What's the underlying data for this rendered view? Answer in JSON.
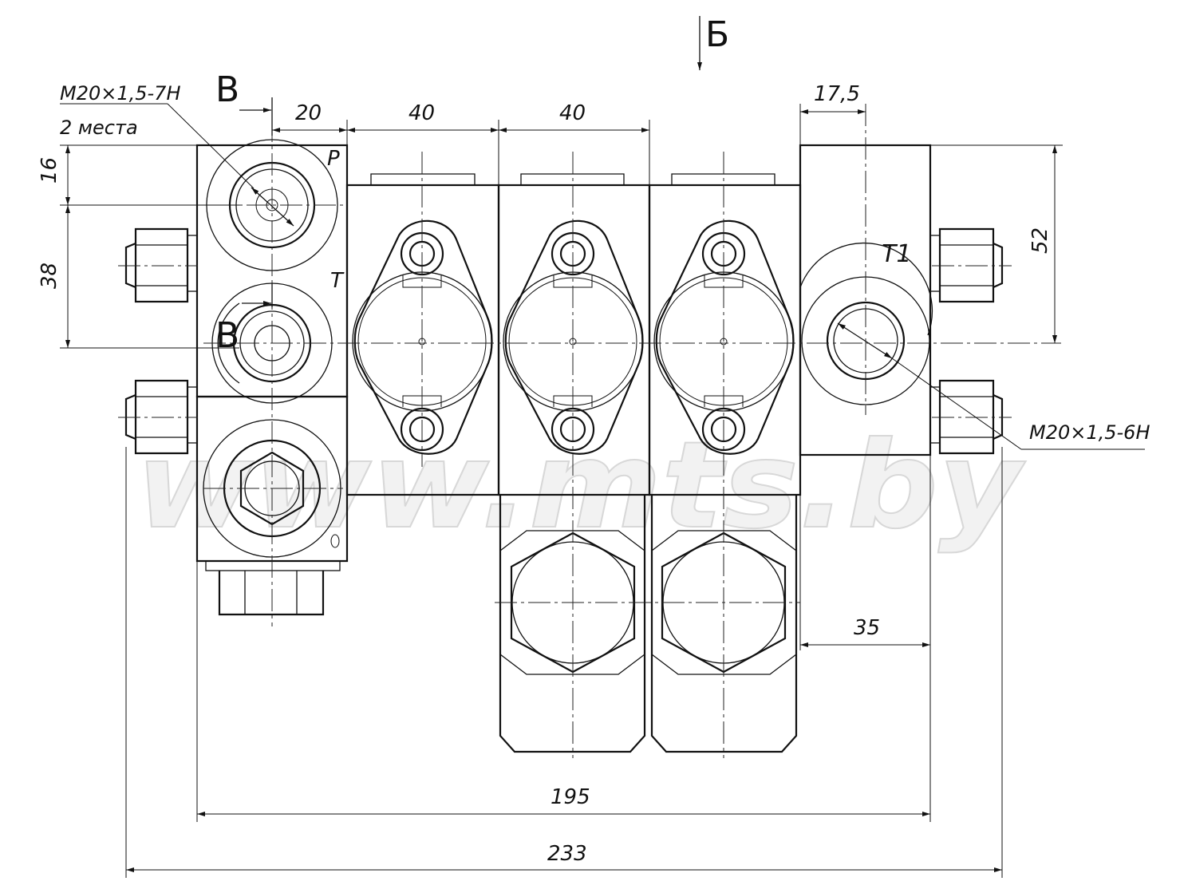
{
  "labels": {
    "thread_left": "M20×1,5-7H",
    "places": "2 места",
    "thread_right": "M20×1,5-6H",
    "port_p": "P",
    "port_t": "T",
    "port_t1": "T1",
    "view_b": "Б",
    "section_v_top": "В",
    "section_v_bottom": "В",
    "watermark": "www.mts.by"
  },
  "dimensions": {
    "d20": "20",
    "d40a": "40",
    "d40b": "40",
    "d17_5": "17,5",
    "d16": "16",
    "d38": "38",
    "d52": "52",
    "d35": "35",
    "d195": "195",
    "d233": "233"
  }
}
